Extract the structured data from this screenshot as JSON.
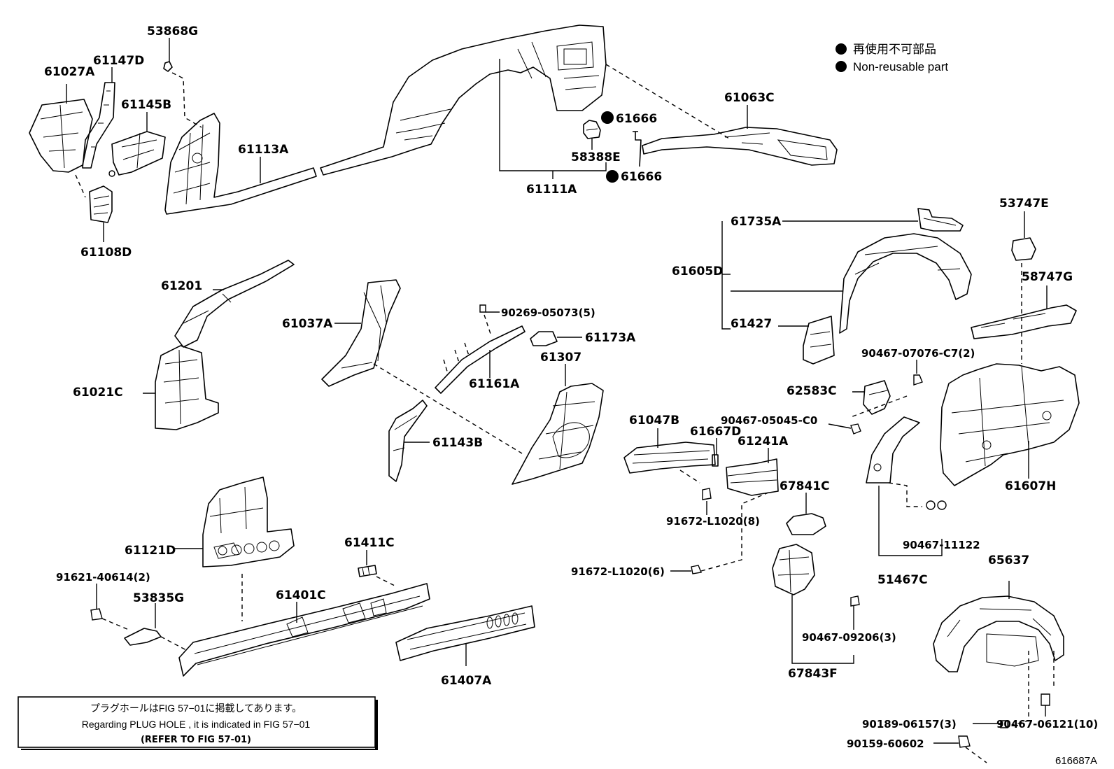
{
  "legend": {
    "line1": "再使用不可部品",
    "line2": "Non-reusable part"
  },
  "note": {
    "line1": "プラグホールはFIG 57−01に掲載してあります。",
    "line2": "Regarding  PLUG  HOLE , it is indicated in FIG  57−01",
    "line3": "(REFER  TO  FIG  57-01)"
  },
  "figure_id": "616687A",
  "labels": {
    "p53868G": "53868G",
    "p61147D": "61147D",
    "p61027A": "61027A",
    "p61145B": "61145B",
    "p61113A": "61113A",
    "p61108D": "61108D",
    "p61666_a": "61666",
    "p58388E": "58388E",
    "p61666_b": "61666",
    "p61111A": "61111A",
    "p61063C": "61063C",
    "p61735A": "61735A",
    "p53747E": "53747E",
    "p61605D": "61605D",
    "p58747G": "58747G",
    "p61427": "61427",
    "p90467_07076": "90467-07076-C7(2)",
    "p61201": "61201",
    "p61037A": "61037A",
    "p90269": "90269-05073(5)",
    "p61173A": "61173A",
    "p61307": "61307",
    "p61021C": "61021C",
    "p61161A": "61161A",
    "p62583C": "62583C",
    "p90467_05045": "90467-05045-C0",
    "p61143B": "61143B",
    "p61047B": "61047B",
    "p61667D": "61667D",
    "p61241A": "61241A",
    "p61607H": "61607H",
    "p67841C": "67841C",
    "p91672_8": "91672-L1020(8)",
    "p61121D": "61121D",
    "p61411C": "61411C",
    "p90467_11122": "90467-11122",
    "p65637": "65637",
    "p91621": "91621-40614(2)",
    "p91672_6": "91672-L1020(6)",
    "p51467C": "51467C",
    "p53835G": "53835G",
    "p61401C": "61401C",
    "p90467_09206": "90467-09206(3)",
    "p67843F": "67843F",
    "p61407A": "61407A",
    "p90189": "90189-06157(3)",
    "p90159": "90159-60602",
    "p90467_06121": "90467-06121(10)"
  },
  "non_reusable_marked": [
    "61666",
    "61666"
  ]
}
